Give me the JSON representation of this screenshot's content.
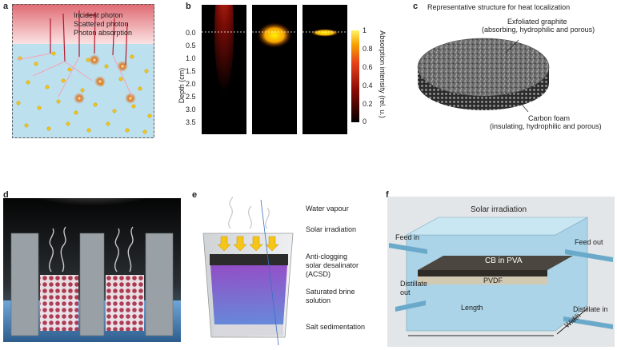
{
  "panels": {
    "a": {
      "letter": "a",
      "legend": [
        "Incident photon",
        "Scattered photon",
        "Photon absorption"
      ],
      "colors": {
        "incident": "#b2182b",
        "scattered": "#f4a3b6",
        "particle": "#f5c518",
        "water": "#bde0ee"
      }
    },
    "b": {
      "letter": "b",
      "ylabel": "Depth (cm)",
      "yticks": [
        "0.0",
        "0.5",
        "1.0",
        "1.5",
        "2.0",
        "2.5",
        "3.0",
        "3.5"
      ],
      "colorbar_label": "Absorption intensity (rel. u.)",
      "colorbar_ticks": [
        "1",
        "0.8",
        "0.6",
        "0.4",
        "0.2",
        "0"
      ]
    },
    "c": {
      "letter": "c",
      "title": "Representative structure for heat localization",
      "label_top": [
        "Exfoliated graphite",
        "(absorbing, hydrophilic and porous)"
      ],
      "label_bottom": [
        "Carbon foam",
        "(insulating, hydrophilic and porous)"
      ]
    },
    "d": {
      "letter": "d"
    },
    "e": {
      "letter": "e",
      "labels": [
        "Water vapour",
        "Solar irradiation",
        "Anti-clogging",
        "solar desalinator",
        "(ACSD)",
        "Saturated brine",
        "solution",
        "Salt sedimentation"
      ]
    },
    "f": {
      "letter": "f",
      "labels": {
        "solar": "Solar irradiation",
        "feed_in": "Feed in",
        "feed_out": "Feed out",
        "cb": "CB in PVA",
        "pvdf": "PVDF",
        "distillate_out_1": "Distillate",
        "distillate_out_2": "out",
        "length": "Length",
        "width": "Width",
        "distillate_in": "Distillate in"
      }
    }
  }
}
